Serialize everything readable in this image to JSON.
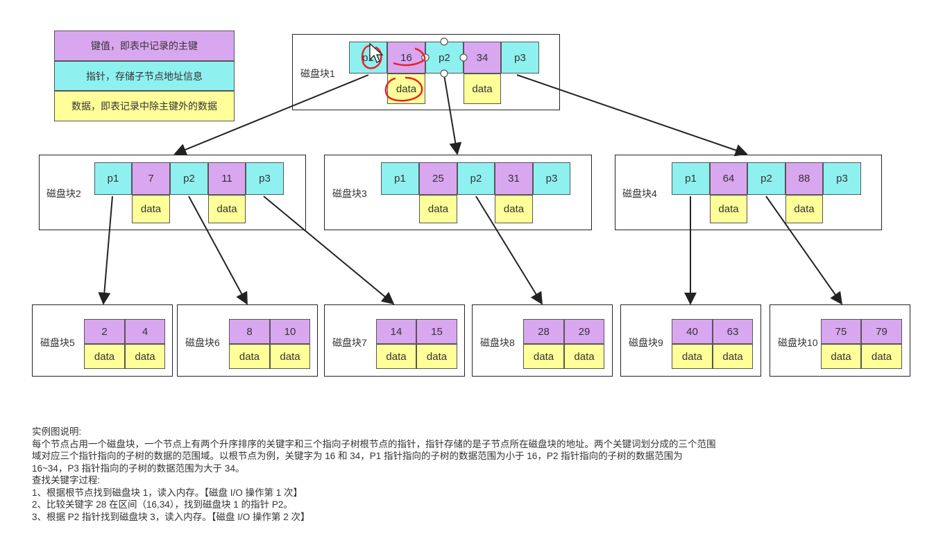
{
  "legend": {
    "key": "键值，即表中记录的主键",
    "pointer": "指针，存储子节点地址信息",
    "data": "数据，即表记录中除主键外的数据"
  },
  "nodes": {
    "block1": {
      "label": "磁盘块1",
      "p1": "p1",
      "k1": "16",
      "p2": "p2",
      "k2": "34",
      "p3": "p3",
      "d1": "data",
      "d2": "data"
    },
    "block2": {
      "label": "磁盘块2",
      "p1": "p1",
      "k1": "7",
      "p2": "p2",
      "k2": "11",
      "p3": "p3",
      "d1": "data",
      "d2": "data"
    },
    "block3": {
      "label": "磁盘块3",
      "p1": "p1",
      "k1": "25",
      "p2": "p2",
      "k2": "31",
      "p3": "p3",
      "d1": "data",
      "d2": "data"
    },
    "block4": {
      "label": "磁盘块4",
      "p1": "p1",
      "k1": "64",
      "p2": "p2",
      "k2": "88",
      "p3": "p3",
      "d1": "data",
      "d2": "data"
    }
  },
  "leaves": {
    "block5": {
      "label": "磁盘块5",
      "k1": "2",
      "k2": "4",
      "d1": "data",
      "d2": "data"
    },
    "block6": {
      "label": "磁盘块6",
      "k1": "8",
      "k2": "10",
      "d1": "data",
      "d2": "data"
    },
    "block7": {
      "label": "磁盘块7",
      "k1": "14",
      "k2": "15",
      "d1": "data",
      "d2": "data"
    },
    "block8": {
      "label": "磁盘块8",
      "k1": "28",
      "k2": "29",
      "d1": "data",
      "d2": "data"
    },
    "block9": {
      "label": "磁盘块9",
      "k1": "40",
      "k2": "63",
      "d1": "data",
      "d2": "data"
    },
    "block10": {
      "label": "磁盘块10",
      "k1": "75",
      "k2": "79",
      "d1": "data",
      "d2": "data"
    }
  },
  "description": {
    "title": "实例图说明:",
    "line1": "每个节点占用一个磁盘块，一个节点上有两个升序排序的关键字和三个指向子树根节点的指针，指针存储的是子节点所在磁盘块的地址。两个关键词划分成的三个范围",
    "line2": "域对应三个指针指向的子树的数据的范围域。以根节点为例，关键字为 16 和 34，P1 指针指向的子树的数据范围为小于 16，P2 指针指向的子树的数据范围为",
    "line3": "16~34，P3 指针指向的子树的数据范围为大于 34。",
    "search_title": "查找关键字过程:",
    "step1": "1、根据根节点找到磁盘块 1，读入内存。【磁盘 I/O 操作第 1 次】",
    "step2": "2、比较关键字 28 在区间（16,34），找到磁盘块 1 的指针 P2。",
    "step3": "3、根据 P2 指针找到磁盘块 3，读入内存。【磁盘 I/O 操作第 2 次】"
  },
  "colors": {
    "key": "#d9a6f0",
    "pointer": "#8ff0f0",
    "data": "#ffff99",
    "annotation": "#e8202a"
  }
}
